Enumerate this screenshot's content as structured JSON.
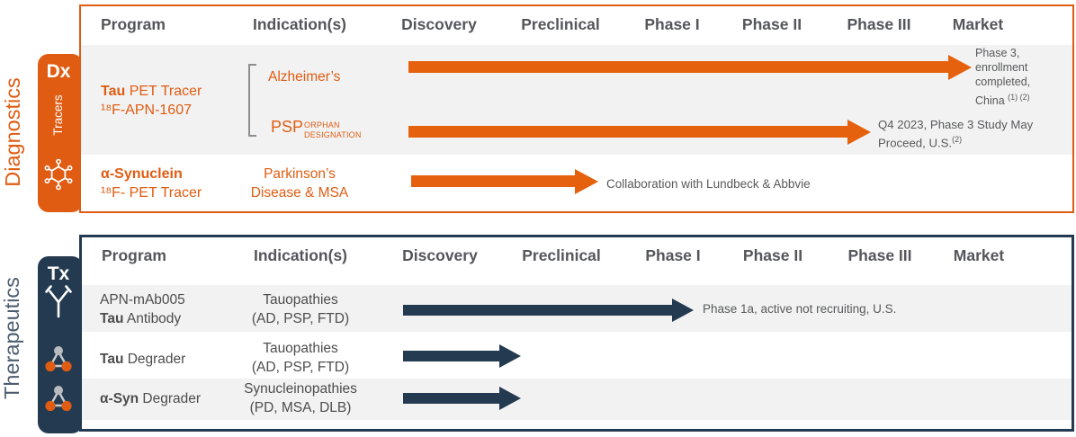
{
  "colors": {
    "orange": "#E05C12",
    "orange_arrow": "#E6610E",
    "navy": "#243A51",
    "slate_label": "#4D5D70",
    "row_gray": "#F2F2F2",
    "header_text": "#55565A",
    "body_text": "#4D4D4E",
    "note_text": "#58595B"
  },
  "headers": [
    "Program",
    "Indication(s)",
    "Discovery",
    "Preclinical",
    "Phase I",
    "Phase II",
    "Phase III",
    "Market"
  ],
  "diagnostics": {
    "side_label": "Diagnostics",
    "tab": {
      "code": "Dx",
      "sub": "Tracers",
      "icon": "molecule-ring-icon"
    },
    "tau": {
      "program_bold": "Tau",
      "program_rest": " PET Tracer",
      "program_line2": "¹⁸F-APN-1607",
      "indication_alzheimers": "Alzheimer’s",
      "indication_psp": "PSP",
      "psp_tag_line1": "ORPHAN",
      "psp_tag_line2": "DESIGNATION",
      "alzheimers_note": "Phase 3, enrollment completed, China ",
      "alzheimers_note_sup": "(1) (2)",
      "psp_note": "Q4 2023, Phase 3 Study May Proceed, U.S.",
      "psp_note_sup": "(2)"
    },
    "asyn": {
      "program_bold": "α-Synuclein",
      "program_line2": "¹⁸F- PET Tracer",
      "indication_line1": "Parkinson’s",
      "indication_line2": "Disease & MSA",
      "note": "Collaboration with Lundbeck & Abbvie"
    }
  },
  "therapeutics": {
    "side_label": "Therapeutics",
    "tab": {
      "code": "Tx",
      "icons": [
        "antibody-icon",
        "degrader-molecule-icon",
        "degrader-molecule-icon"
      ]
    },
    "rows": {
      "mab": {
        "program_line1": "APN-mAb005",
        "program_bold": "Tau",
        "program_rest": " Antibody",
        "indication_line1": "Tauopathies",
        "indication_line2": "(AD, PSP, FTD)",
        "note": "Phase 1a, active not recruiting, U.S."
      },
      "tau_degrader": {
        "program_bold": "Tau",
        "program_rest": " Degrader",
        "indication_line1": "Tauopathies",
        "indication_line2": "(AD, PSP, FTD)"
      },
      "asyn_degrader": {
        "program_bold": "α-Syn",
        "program_rest": " Degrader",
        "indication_line1": "Synucleinopathies",
        "indication_line2": "(PD, MSA, DLB)"
      }
    }
  }
}
